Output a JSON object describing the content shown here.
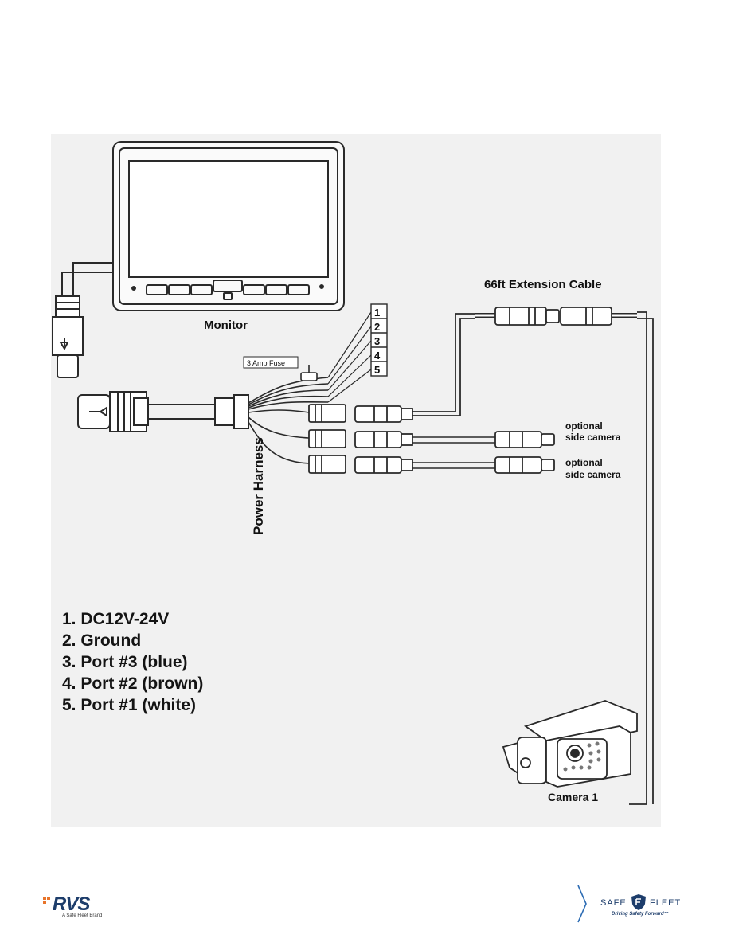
{
  "labels": {
    "monitor": "Monitor",
    "extension_cable": "66ft Extension Cable",
    "fuse": "3 Amp Fuse",
    "power_harness": "Power Harness",
    "optional_1_line1": "optional",
    "optional_1_line2": "side camera",
    "optional_2_line1": "optional",
    "optional_2_line2": "side camera",
    "camera": "Camera 1",
    "wire_numbers": [
      "1",
      "2",
      "3",
      "4",
      "5"
    ]
  },
  "legend": [
    "1. DC12V-24V",
    "2. Ground",
    "3. Port #3 (blue)",
    "4. Port #2 (brown)",
    "5. Port #1 (white)"
  ],
  "footer": {
    "rvs_logo": "RVS",
    "rvs_tagline": "A Safe Fleet Brand",
    "safe_fleet_left": "SAFE",
    "safe_fleet_right": "FLEET",
    "safe_fleet_tagline": "Driving Safety Forward™"
  }
}
